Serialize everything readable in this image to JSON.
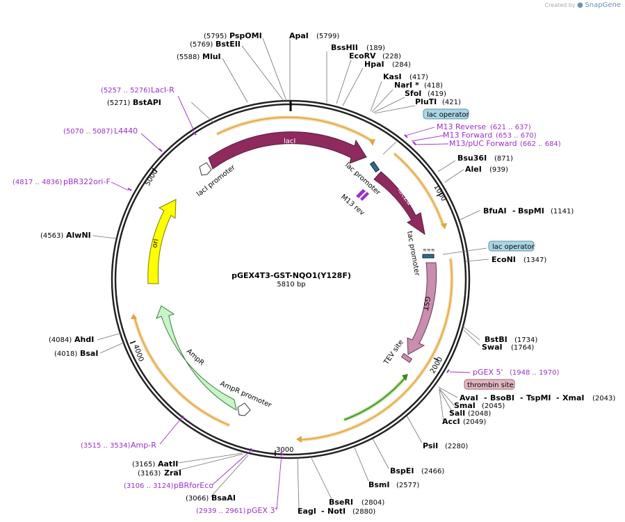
{
  "brand": {
    "created_by": "Created by",
    "name": "SnapGene"
  },
  "plasmid": {
    "name": "pGEX4T3-GST-NQO1(Y128F)",
    "length": "5810 bp"
  },
  "ticks": [
    "1000",
    "2000",
    "3000",
    "4000",
    "5000"
  ],
  "sites": {
    "psp_omi": {
      "name": "PspOMI",
      "pos": "(5795)"
    },
    "bst_eii": {
      "name": "BstEII",
      "pos": "(5769)"
    },
    "mlu_i": {
      "name": "MluI",
      "pos": "(5588)"
    },
    "apa_i": {
      "name": "ApaI",
      "pos": "(5799)"
    },
    "bss_hii": {
      "name": "BssHII",
      "pos": "(189)"
    },
    "eco_rv": {
      "name": "EcoRV",
      "pos": "(228)"
    },
    "hpa_i": {
      "name": "HpaI",
      "pos": "(284)"
    },
    "kas_i": {
      "name": "KasI",
      "pos": "(417)"
    },
    "nar_i": {
      "name": "NarI *",
      "pos": "(418)"
    },
    "sfo_i": {
      "name": "SfoI",
      "pos": "(419)"
    },
    "plu_ti": {
      "name": "PluTI",
      "pos": "(421)"
    },
    "bst_api": {
      "name": "BstAPI",
      "pos": "(5271)"
    },
    "bsu36_i": {
      "name": "Bsu36I",
      "pos": "(871)"
    },
    "ale_i": {
      "name": "AleI",
      "pos": "(939)"
    },
    "bfuai_bspmi": {
      "name": "BfuAI",
      "sep": "-",
      "name2": "BspMI",
      "pos": "(1141)"
    },
    "alw_ni": {
      "name": "AlwNI",
      "pos": "(4563)"
    },
    "eco_ni": {
      "name": "EcoNI",
      "pos": "(1347)"
    },
    "ahd_i": {
      "name": "AhdI",
      "pos": "(4084)"
    },
    "bsa_i": {
      "name": "BsaI",
      "pos": "(4018)"
    },
    "bst_bi": {
      "name": "BstBI",
      "pos": "(1734)"
    },
    "swa_i": {
      "name": "SwaI",
      "pos": "(1764)"
    },
    "ava_i": {
      "name": "AvaI",
      "sep": "-",
      "name2": "BsoBI",
      "sep2": "-",
      "name3": "TspMI",
      "sep3": "-",
      "name4": "XmaI",
      "pos": "(2043)"
    },
    "sma_i": {
      "name": "SmaI",
      "pos": "(2045)"
    },
    "sal_i": {
      "name": "SalI",
      "pos": "(2048)"
    },
    "acc_i": {
      "name": "AccI",
      "pos": "(2049)"
    },
    "psi_i": {
      "name": "PsiI",
      "pos": "(2280)"
    },
    "bsp_ei": {
      "name": "BspEI",
      "pos": "(2466)"
    },
    "bsm_i": {
      "name": "BsmI",
      "pos": "(2577)"
    },
    "bse_ri": {
      "name": "BseRI",
      "pos": "(2804)"
    },
    "eag_not": {
      "name": "EagI",
      "sep": "-",
      "name2": "NotI",
      "pos": "(2880)"
    },
    "aat_ii": {
      "name": "AatII",
      "pos": "(3165)"
    },
    "zra_i": {
      "name": "ZraI",
      "pos": "(3163)"
    },
    "bsa_ai": {
      "name": "BsaAI",
      "pos": "(3066)"
    }
  },
  "primers": {
    "laci_r": {
      "pos": "(5257 .. 5276)",
      "name": "LacI-R"
    },
    "l4440": {
      "pos": "(5070 .. 5087)",
      "name": "L4440"
    },
    "pbr322ori_f": {
      "pos": "(4817 .. 4836)",
      "name": "pBR322ori-F"
    },
    "m13_reverse": {
      "name": "M13 Reverse",
      "pos": "(621 .. 637)"
    },
    "m13_forward": {
      "name": "M13 Forward",
      "pos": "(653 .. 670)"
    },
    "m13_puc_forward": {
      "name": "M13/pUC Forward",
      "pos": "(662 .. 684)"
    },
    "pgex5": {
      "name": "pGEX 5'",
      "pos": "(1948 .. 1970)"
    },
    "amp_r": {
      "pos": "(3515 .. 3534)",
      "name": "Amp-R"
    },
    "pbrforeco": {
      "pos": "(3106 .. 3124)",
      "name": "pBRforEco"
    },
    "pgex3": {
      "pos": "(2939 .. 2961)",
      "name": "pGEX 3'"
    }
  },
  "boxes": {
    "lac_operator_1": "lac operator",
    "lac_operator_2": "lac operator",
    "thrombin_site": "thrombin site"
  },
  "features": {
    "laci": "lacI",
    "laci_promoter": "lacI promoter",
    "lac_promoter": "lac promoter",
    "m13_rev": "M13 rev",
    "lacz_alpha": "lacZα",
    "tac_promoter": "tac promoter",
    "gst": "GST",
    "tev_site": "TEV site",
    "ampr": "AmpR",
    "ampr_promoter": "AmpR promoter",
    "ori": "ori"
  },
  "colors": {
    "laci": "#8e2a5e",
    "lacz": "#8e2a5e",
    "gst": "#c98db0",
    "ampr": "#c8f5c8",
    "ori": "#ffff00",
    "orf": "#e3a43f",
    "orf_green": "#3a8a1a",
    "primer": "#9b30c8",
    "box_blue": "#a9d6e5",
    "box_pink": "#e3b7c2"
  }
}
